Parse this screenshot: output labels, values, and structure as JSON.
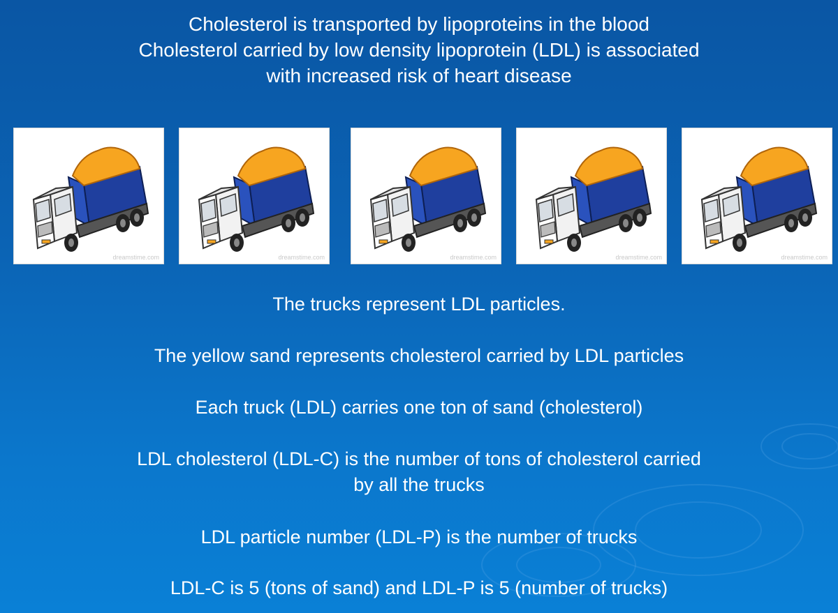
{
  "header": {
    "lines": [
      "Cholesterol is transported by lipoproteins in the blood",
      "Cholesterol carried by low density lipoprotein (LDL) is associated",
      "with increased risk of heart disease"
    ]
  },
  "trucks": {
    "count": 5,
    "watermark": "dreamstime.com",
    "colors": {
      "sand": "#f7a520",
      "bed": "#1f3f9e",
      "cab": "#ffffff",
      "tire": "#222222"
    }
  },
  "body": {
    "p1": "The trucks represent LDL particles.",
    "p2": "The yellow sand represents cholesterol carried by LDL particles",
    "p3": "Each truck (LDL) carries one ton of sand (cholesterol)",
    "p4_l1": "LDL cholesterol (LDL-C) is the number of tons of cholesterol carried",
    "p4_l2": "by all the trucks",
    "p5": "LDL particle number (LDL-P) is the number of trucks",
    "p6": "LDL-C is 5 (tons of sand) and LDL-P is 5 (number of trucks)"
  },
  "theme": {
    "background": "#0b63b4",
    "text": "#ffffff"
  }
}
